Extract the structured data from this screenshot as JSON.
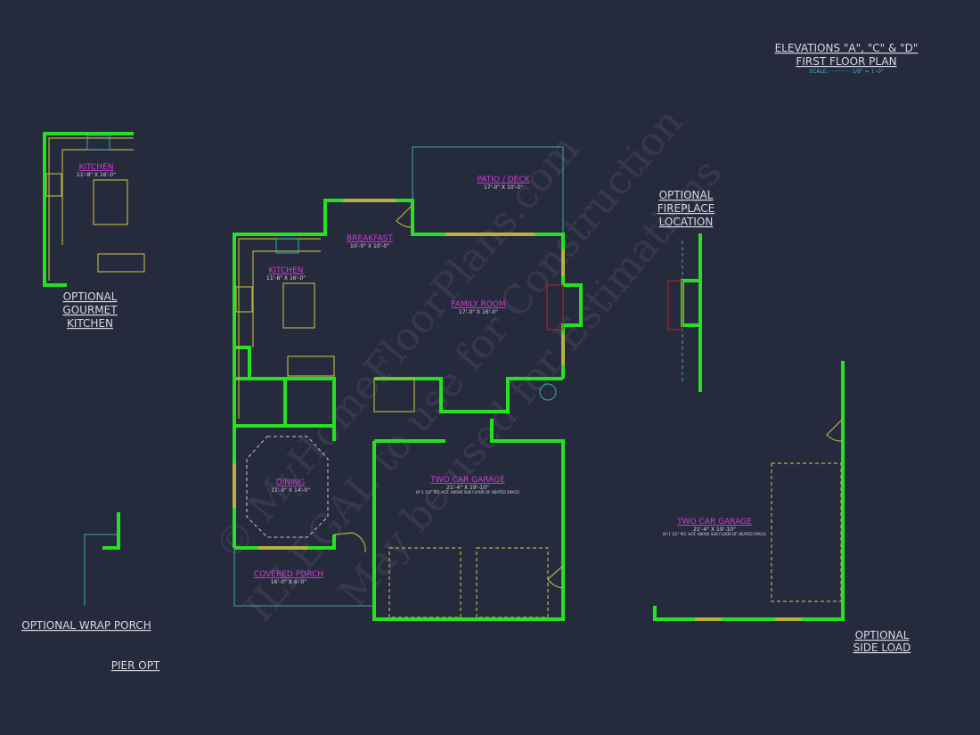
{
  "title_block": {
    "line1": "ELEVATIONS \"A\", \"C\" & \"D\"",
    "line2": "FIRST FLOOR PLAN",
    "scale": "SCALE: ············ 1/8\" = 1'-0\""
  },
  "rooms": {
    "patio": {
      "label": "PATIO / DECK",
      "dim": "17'-0\" X 10'-0\""
    },
    "breakfast": {
      "label": "BREAKFAST",
      "dim": "10'-0\" X 10'-0\""
    },
    "kitchen": {
      "label": "KITCHEN",
      "dim": "11'-8\" X 16'-0\""
    },
    "family_room": {
      "label": "FAMILY ROOM",
      "dim": "17'-0\" X 16'-0\""
    },
    "dining": {
      "label": "DINING",
      "dim": "11'-0\" X 14'-0\""
    },
    "covered_porch": {
      "label": "COVERED PORCH",
      "dim": "16'-0\" X 6'-0\""
    },
    "garage": {
      "label": "TWO CAR GARAGE",
      "dim": "21'-4\" X 19'-10\"",
      "note": "(8'-1 1/2\" PLT. HGT. ABOVE SUB FLOOR OF HEATED SPACE)"
    }
  },
  "optional": {
    "gourmet_kitchen": {
      "room_label": "KITCHEN",
      "room_dim": "11'-8\" X 16'-0\"",
      "title": [
        "OPTIONAL",
        "GOURMET",
        "KITCHEN"
      ]
    },
    "fireplace": {
      "title": [
        "OPTIONAL",
        "FIREPLACE",
        "LOCATION"
      ]
    },
    "side_load": {
      "room_label": "TWO CAR GARAGE",
      "room_dim": "21'-4\" X 19'-10\"",
      "note": "(8'-1 1/2\" PLT. HGT. ABOVE SUB FLOOR OF HEATED SPACE)",
      "title": [
        "OPTIONAL",
        "SIDE LOAD"
      ]
    },
    "wrap_porch": {
      "title": "OPTIONAL WRAP PORCH"
    },
    "pier": {
      "title": "PIER OPT"
    }
  },
  "watermark": [
    "© MyHomeFloorPlans.com",
    "ILLEGAL to use for Construction",
    "May be used for Estimations"
  ],
  "colors": {
    "background": "#262a3d",
    "walls": "#27e021",
    "fixtures": "#b8b040",
    "room_labels": "#d23ad6",
    "outlines": "#38a8b8"
  }
}
